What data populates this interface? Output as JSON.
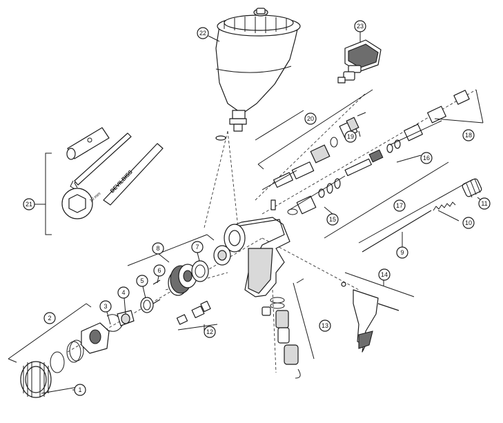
{
  "callouts": [
    "1",
    "2",
    "3",
    "4",
    "5",
    "6",
    "7",
    "8",
    "9",
    "10",
    "11",
    "12",
    "13",
    "14",
    "15",
    "16",
    "17",
    "18",
    "19",
    "20",
    "21",
    "22",
    "23"
  ],
  "wrench_label": "DEVILBISS",
  "wrench_size": "10 mm"
}
